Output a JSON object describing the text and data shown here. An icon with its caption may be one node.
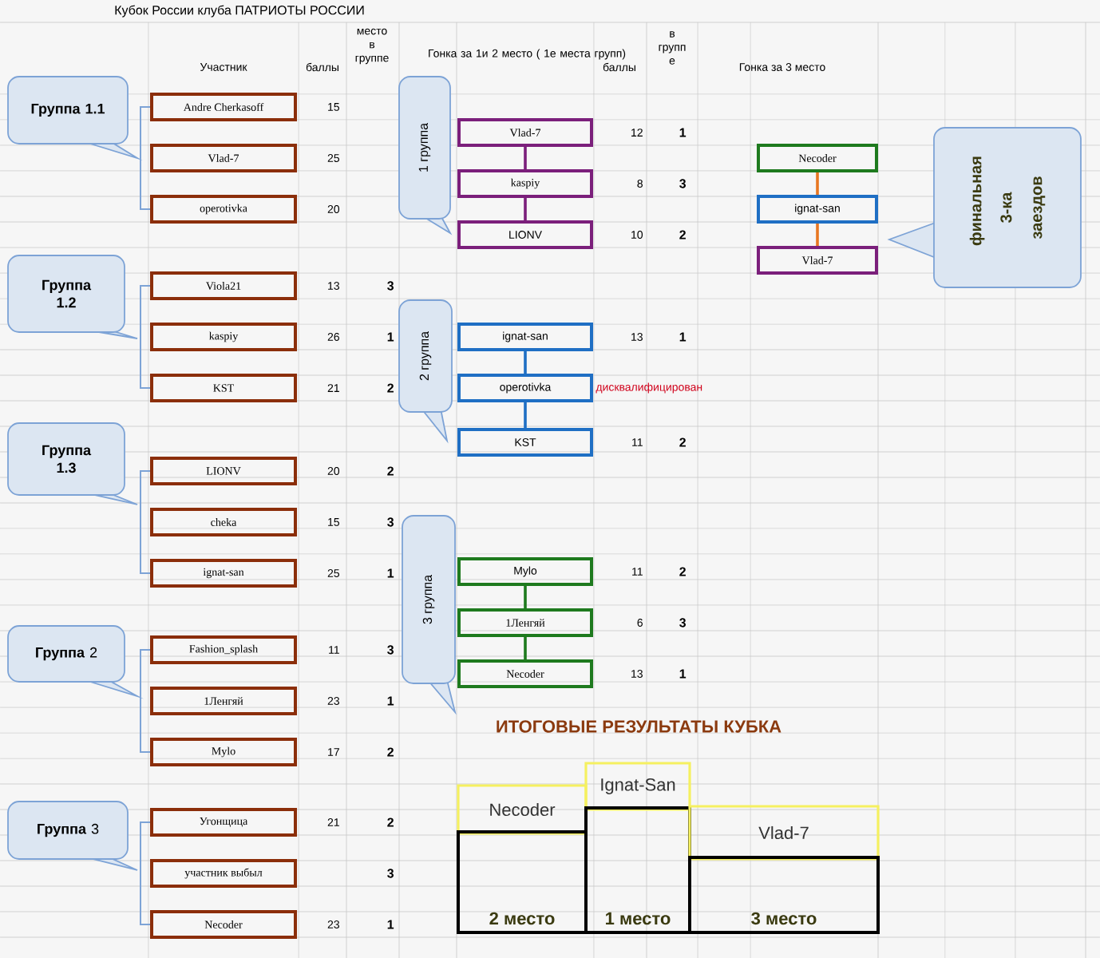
{
  "diagram": {
    "title": "Кубок России клуба ПАТРИОТЫ РОССИИ",
    "nodes": [
      {
        "text": [
          "Группа 1.1"
        ]
      },
      {
        "text": [
          "Группа 1.2"
        ]
      },
      {
        "text": [
          "Группа 1.3"
        ]
      },
      {
        "text": [
          "**Группа** 2"
        ]
      },
      {
        "text": [
          "**Группа** 3"
        ]
      },
      {
        "text": [
          "Andre Cherkasoff"
        ]
      },
      {
        "text": [
          "Vlad-7"
        ]
      },
      {
        "text": [
          "operotivka"
        ]
      },
      {
        "text": [
          "Viola21"
        ]
      },
      {
        "text": [
          "kaspiy"
        ]
      },
      {
        "text": [
          "KST"
        ]
      },
      {
        "text": [
          "LIONV"
        ]
      },
      {
        "text": [
          "cheka"
        ]
      },
      {
        "text": [
          "ignat-san"
        ]
      },
      {
        "text": [
          "Fashion_splash"
        ]
      },
      {
        "text": [
          "1Ленгяй"
        ]
      },
      {
        "text": [
          "Mylo"
        ]
      },
      {
        "text": [
          "Угонщица"
        ]
      },
      {
        "text": [
          "участник выбыл"
        ]
      },
      {
        "text": [
          "Necoder"
        ]
      },
      {
        "text": [
          "1 группа"
        ]
      },
      {
        "text": [
          "2 группа"
        ]
      },
      {
        "text": [
          "3 группа"
        ]
      },
      {
        "text": [
          "Vlad-7"
        ]
      },
      {
        "text": [
          "kaspiy"
        ]
      },
      {
        "text": [
          "LIONV"
        ]
      },
      {
        "text": [
          "ignat-san"
        ]
      },
      {
        "text": [
          "operotivka"
        ]
      },
      {
        "text": [
          "KST"
        ]
      },
      {
        "text": [
          "Mylo"
        ]
      },
      {
        "text": [
          "1Ленгяй"
        ]
      },
      {
        "text": [
          "Necoder"
        ]
      },
      {
        "text": [
          "Necoder"
        ]
      },
      {
        "text": [
          "ignat-san"
        ]
      },
      {
        "text": [
          "Vlad-7"
        ]
      },
      {
        "text": [
          "финальная 3-ка заездов"
        ]
      },
      {
        "text": [
          "Necoder"
        ]
      },
      {
        "text": [
          "2 место"
        ]
      },
      {
        "text": [
          "Ignat-San"
        ]
      },
      {
        "text": [
          "1 место"
        ]
      },
      {
        "text": [
          "Vlad-7"
        ]
      },
      {
        "text": [
          "3 место"
        ]
      }
    ],
    "edges": [
      {
        "from": 23,
        "to": 24,
        "arrow": "none",
        "color": "#7b1f7b"
      },
      {
        "from": 24,
        "to": 25,
        "arrow": "none",
        "color": "#7b1f7b"
      },
      {
        "from": 26,
        "to": 27,
        "arrow": "none",
        "color": "#1f6fc4"
      },
      {
        "from": 27,
        "to": 28,
        "arrow": "none",
        "color": "#1f6fc4"
      },
      {
        "from": 29,
        "to": 30,
        "arrow": "none",
        "color": "#1e7a1e"
      },
      {
        "from": 30,
        "to": 31,
        "arrow": "none",
        "color": "#1e7a1e"
      },
      {
        "from": 32,
        "to": 33,
        "arrow": "none",
        "color": "#e87722"
      },
      {
        "from": 33,
        "to": 34,
        "arrow": "none",
        "color": "#e87722"
      }
    ],
    "labels": [
      "Участник",
      "баллы",
      "место в группе",
      "Гонка за 1и 2 место ( 1е места групп)",
      "баллы",
      "в групп е",
      "Гонка за 3 место",
      "15",
      "12",
      "1",
      "25",
      "8",
      "3",
      "20",
      "10",
      "2",
      "13",
      "3",
      "26",
      "1",
      "13",
      "1",
      "21",
      "2",
      "дисквалифицирован",
      "11",
      "2",
      "20",
      "2",
      "15",
      "3",
      "25",
      "1",
      "11",
      "2",
      "6",
      "3",
      "11",
      "3",
      "13",
      "1",
      "23",
      "1",
      "ИТОГОВЫЕ РЕЗУЛЬТАТЫ КУБКА",
      "17",
      "2",
      "21",
      "2",
      "3",
      "23",
      "1"
    ]
  }
}
